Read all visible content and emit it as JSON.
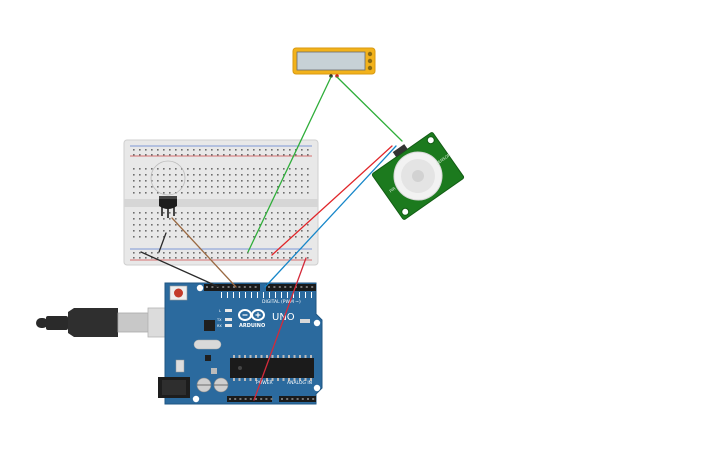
{
  "canvas": {
    "background": "#ffffff"
  },
  "colors": {
    "board_blue": "#2b6a9e",
    "board_dark": "#1f5683",
    "pir_green": "#1c7a1e",
    "multimeter_yellow": "#f2b21b",
    "breadboard": "#e6e6e6",
    "wire_green": "#2fae3a",
    "wire_brown": "#9a6a43",
    "wire_black": "#2a2a2a",
    "wire_red": "#e0262a",
    "wire_blue": "#1787c9",
    "wire_darkred": "#c0263a"
  },
  "arduino": {
    "brand": "ARDUINO",
    "model": "UNO",
    "digital_header": "DIGITAL (PWM ~)",
    "power_header": "POWER",
    "analog_header": "ANALOG IN",
    "led_l": "L",
    "led_tx": "TX",
    "led_rx": "RX",
    "aref": "AREF",
    "gnd": "GND",
    "ioref": "IOREF"
  },
  "pir": {
    "side_label_left": "PIR",
    "side_label_right": "SENSOR"
  },
  "icons": {
    "usb": "usb-cable-icon",
    "sensor": "pir-sensor-icon",
    "meter": "multimeter-icon",
    "transistor": "transistor-icon"
  }
}
